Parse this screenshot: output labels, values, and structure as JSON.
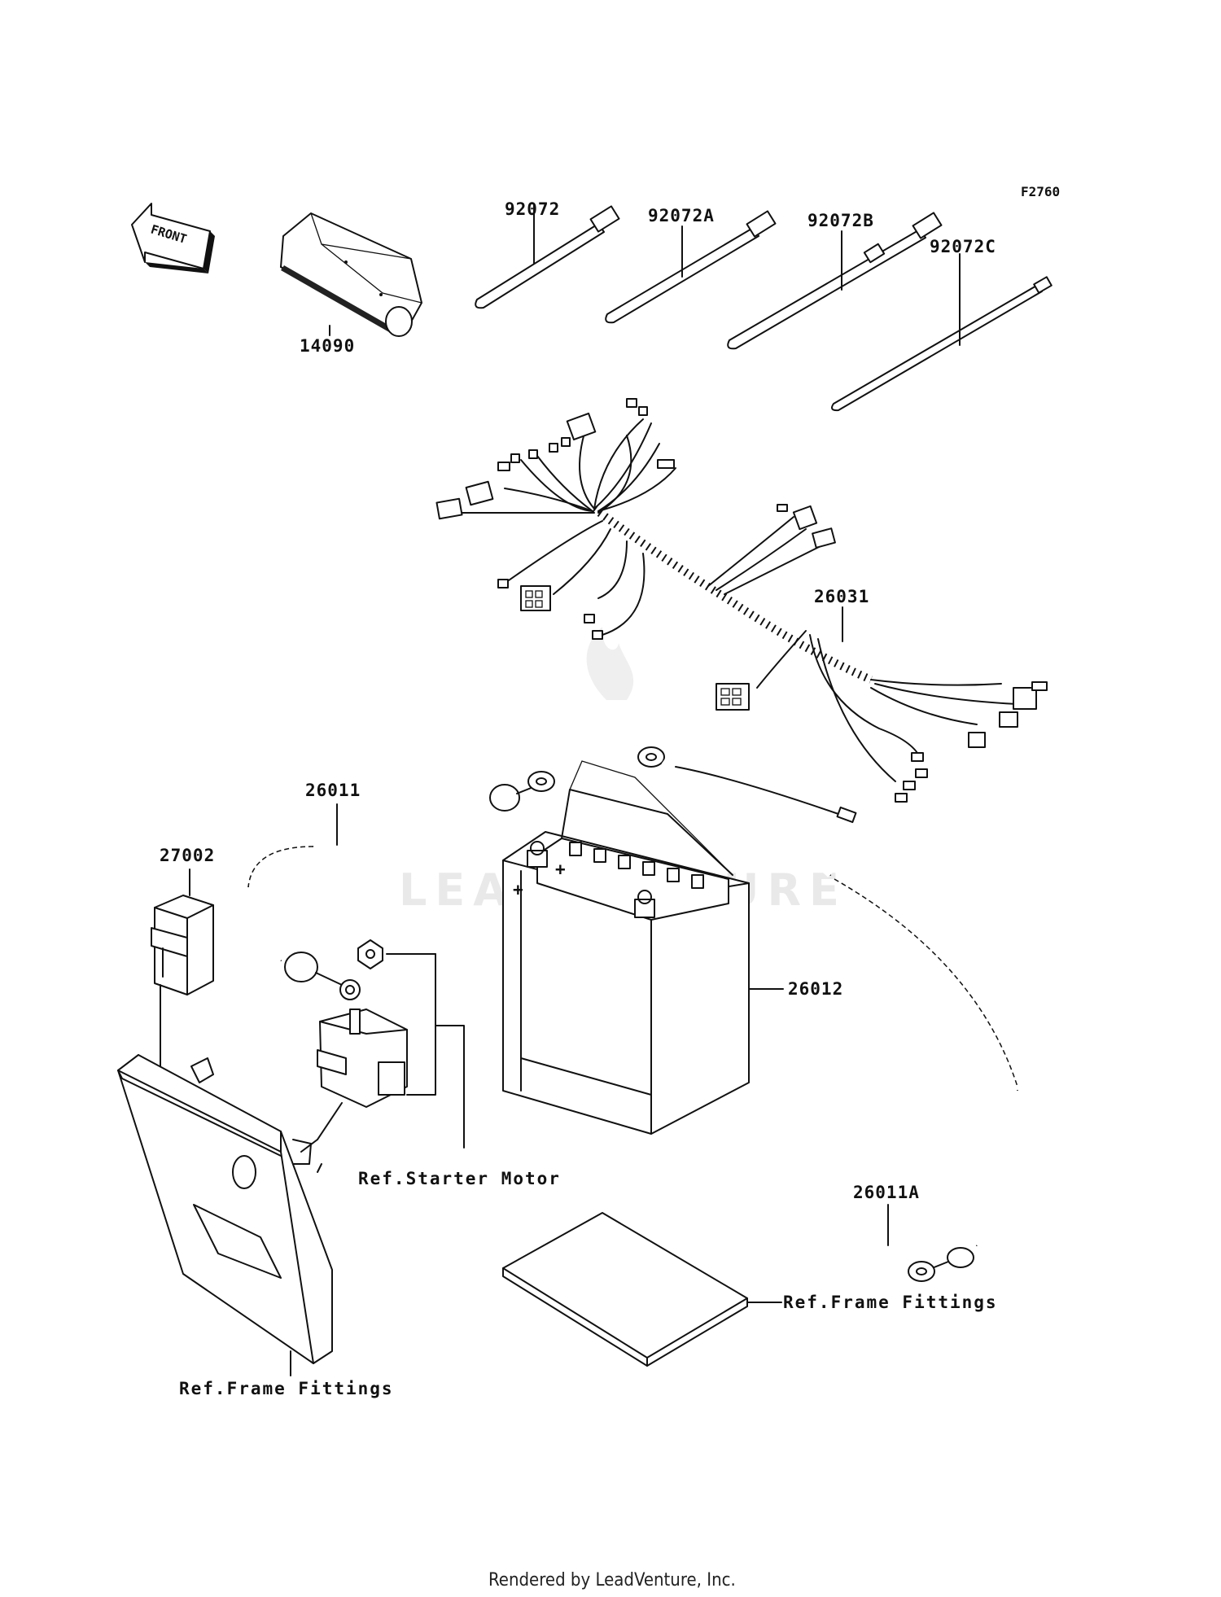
{
  "figure_code": "F2760",
  "front_arrow_text": "FRONT",
  "watermark": "LEADVENTURE",
  "footer": "Rendered by LeadVenture, Inc.",
  "parts": {
    "p14090": "14090",
    "p92072": "92072",
    "p92072a": "92072A",
    "p92072b": "92072B",
    "p92072c": "92072C",
    "p26031": "26031",
    "p26011": "26011",
    "p27002": "27002",
    "p26012": "26012",
    "p26011a": "26011A"
  },
  "refs": {
    "starter_motor": "Ref.Starter Motor",
    "frame_fittings_left": "Ref.Frame Fittings",
    "frame_fittings_right": "Ref.Frame Fittings"
  }
}
